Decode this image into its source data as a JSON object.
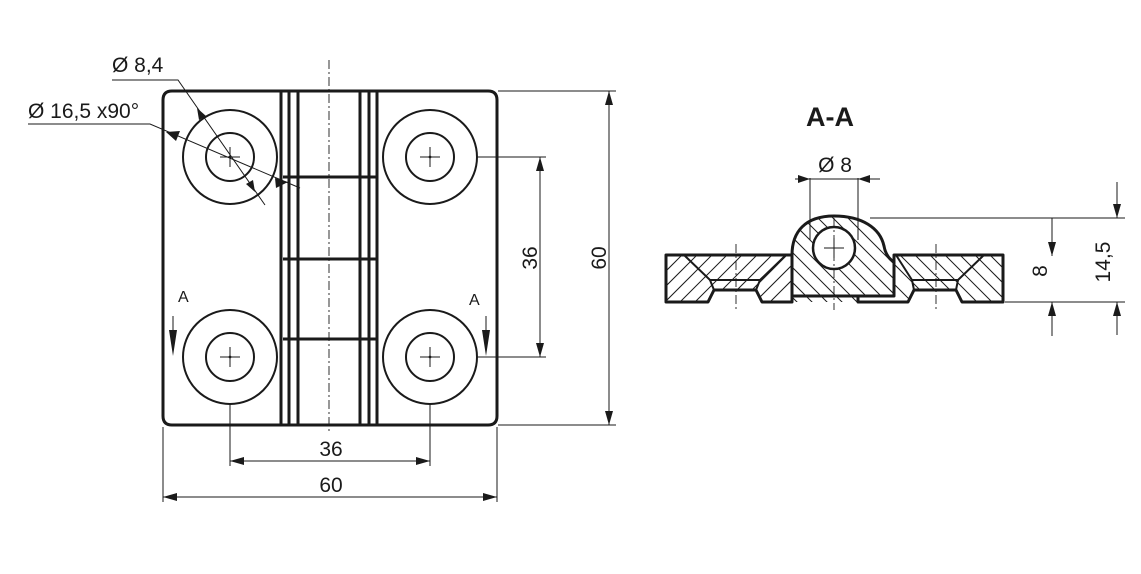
{
  "front_view": {
    "hole_diameter_label": "Ø 8,4",
    "countersink_label": "Ø 16,5 x90°",
    "section_marker_left": "A",
    "section_marker_right": "A",
    "dim_hole_spacing_vertical": "36",
    "dim_height": "60",
    "dim_hole_spacing_horizontal": "36",
    "dim_width": "60"
  },
  "section_view": {
    "title": "A-A",
    "pin_diameter_label": "Ø 8",
    "dim_leaf_thickness": "8",
    "dim_total_height": "14,5"
  }
}
